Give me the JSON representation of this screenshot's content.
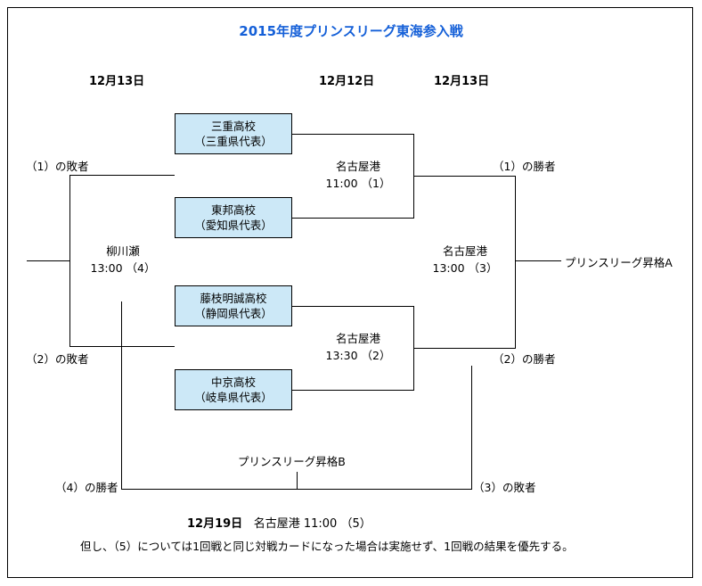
{
  "title": "2015年度プリンスリーグ東海参入戦",
  "accent_color": "#1560d8",
  "box_fill_color": "#cce8f7",
  "date_headers": [
    {
      "label": "12月13日"
    },
    {
      "label": "12月12日"
    },
    {
      "label": "12月13日"
    }
  ],
  "teams": [
    {
      "name": "三重高校",
      "rep": "（三重県代表）"
    },
    {
      "name": "東邦高校",
      "rep": "（愛知県代表）"
    },
    {
      "name": "藤枝明誠高校",
      "rep": "（静岡県代表）"
    },
    {
      "name": "中京高校",
      "rep": "（岐阜県代表）"
    }
  ],
  "matches": [
    {
      "venue": "名古屋港",
      "time": "11:00 （1）"
    },
    {
      "venue": "名古屋港",
      "time": "13:30 （2）"
    },
    {
      "venue": "名古屋港",
      "time": "13:00 （3）"
    },
    {
      "venue": "柳川瀬",
      "time": "13:00 （4）"
    }
  ],
  "labels": {
    "loser1": "（1）の敗者",
    "loser2": "（2）の敗者",
    "winner1": "（1）の勝者",
    "winner2": "（2）の勝者",
    "winner4": "（4）の勝者",
    "loser3": "（3）の敗者",
    "promotion_a": "プリンスリーグ昇格A",
    "promotion_b": "プリンスリーグ昇格B"
  },
  "footer": {
    "line1_date": "12月19日",
    "line1_rest": "名古屋港  11:00 （5）",
    "line2": "但し、（5）については1回戦と同じ対戦カードになった場合は実施せず、1回戦の結果を優先する。"
  }
}
